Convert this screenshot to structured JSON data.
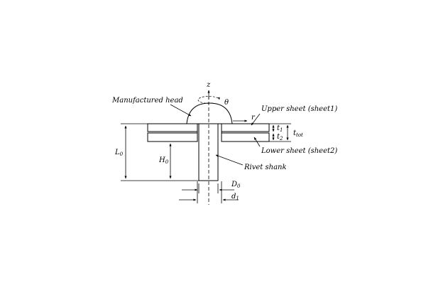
{
  "colors": {
    "line": "#000000",
    "background": "#ffffff"
  },
  "labels": {
    "manufactured_head": "Manufactured head",
    "upper_sheet": "Upper sheet (sheet1)",
    "lower_sheet": "Lower sheet (sheet2)",
    "rivet_shank": "Rivet shank"
  },
  "symbols": {
    "z": "z",
    "theta": "θ",
    "r": "r",
    "L": "L",
    "L_sub": "0",
    "H": "H",
    "H_sub": "0",
    "t1": "t",
    "t1_sub": "1",
    "t2": "t",
    "t2_sub": "2",
    "ttot": "t",
    "ttot_sub": "tot",
    "D": "D",
    "D_sub": "0",
    "d": "d",
    "d_sub": "1"
  }
}
